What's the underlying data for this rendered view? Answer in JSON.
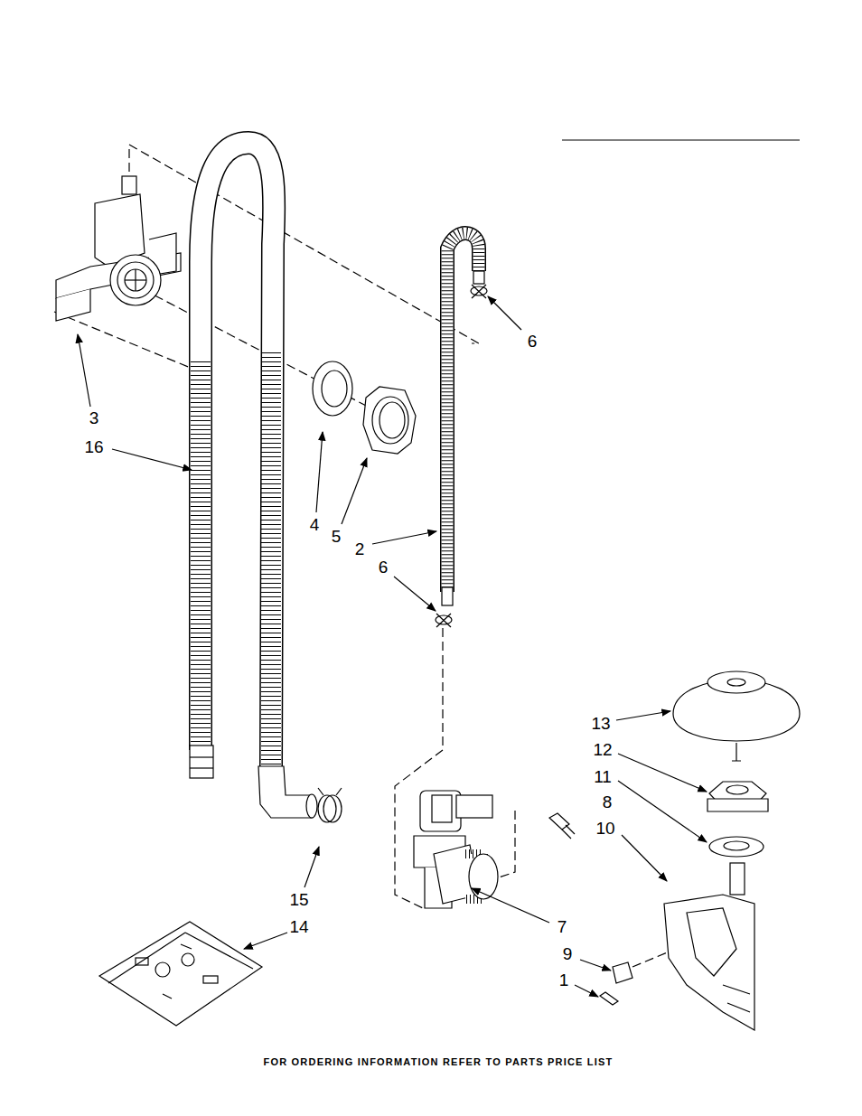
{
  "diagram": {
    "labels": [
      "6",
      "3",
      "16",
      "4",
      "5",
      "2",
      "6",
      "13",
      "12",
      "11",
      "8",
      "10",
      "15",
      "14",
      "7",
      "9",
      "1",
      "FOR ORDERING INFORMATION REFER TO PARTS PRICE LIST"
    ]
  }
}
